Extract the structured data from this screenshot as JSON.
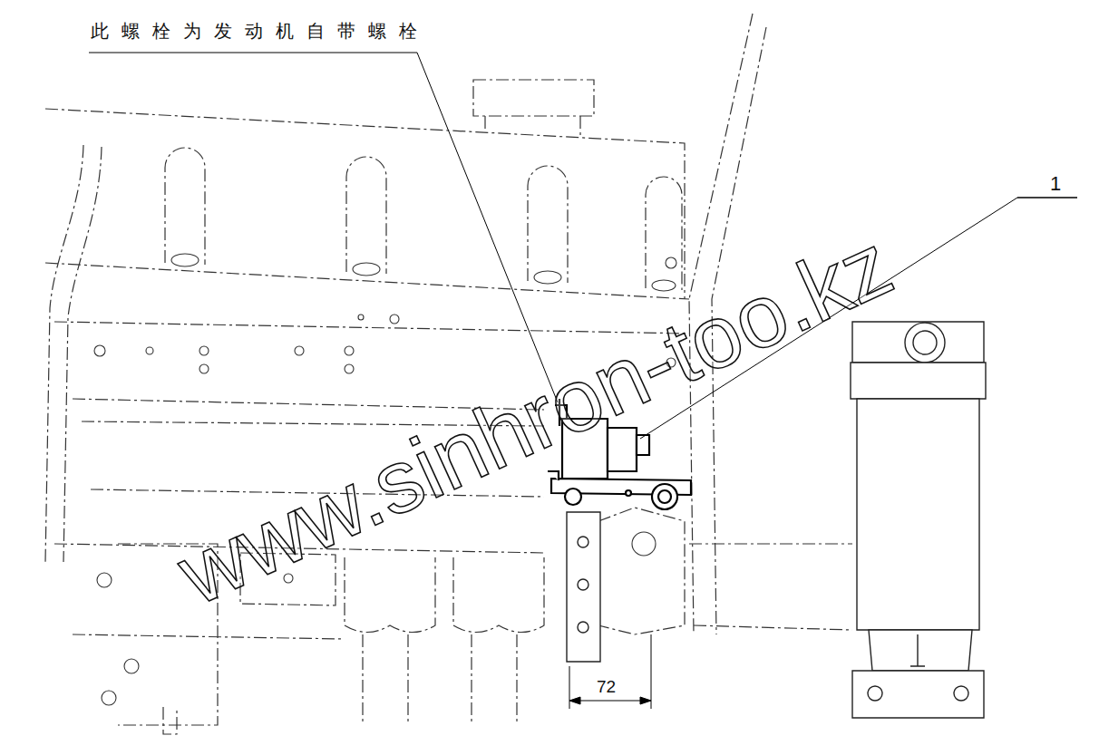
{
  "diagram": {
    "labels": [
      "此螺栓为发动机自带螺栓",
      "1",
      "72",
      "www.sinhron-too.kz"
    ]
  }
}
